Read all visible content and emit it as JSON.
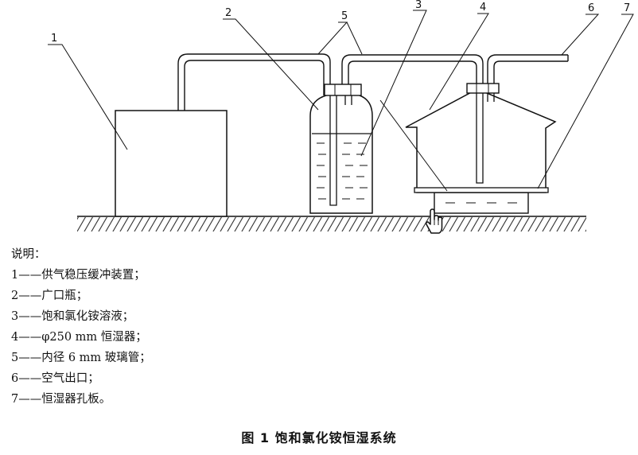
{
  "labels": [
    "1",
    "2",
    "3",
    "4",
    "5",
    "6",
    "7"
  ],
  "legend": {
    "heading": "说明：",
    "items": [
      "1——供气稳压缓冲装置；",
      "2——广口瓶；",
      "3——饱和氯化铵溶液；",
      "4——φ250 mm 恒湿器；",
      "5——内径 6 mm 玻璃管；",
      "6——空气出口；",
      "7——恒湿器孔板。"
    ]
  },
  "caption": "图 1   饱和氯化铵恒湿系统",
  "icons": {
    "cursor": "hand-pointer-icon"
  }
}
